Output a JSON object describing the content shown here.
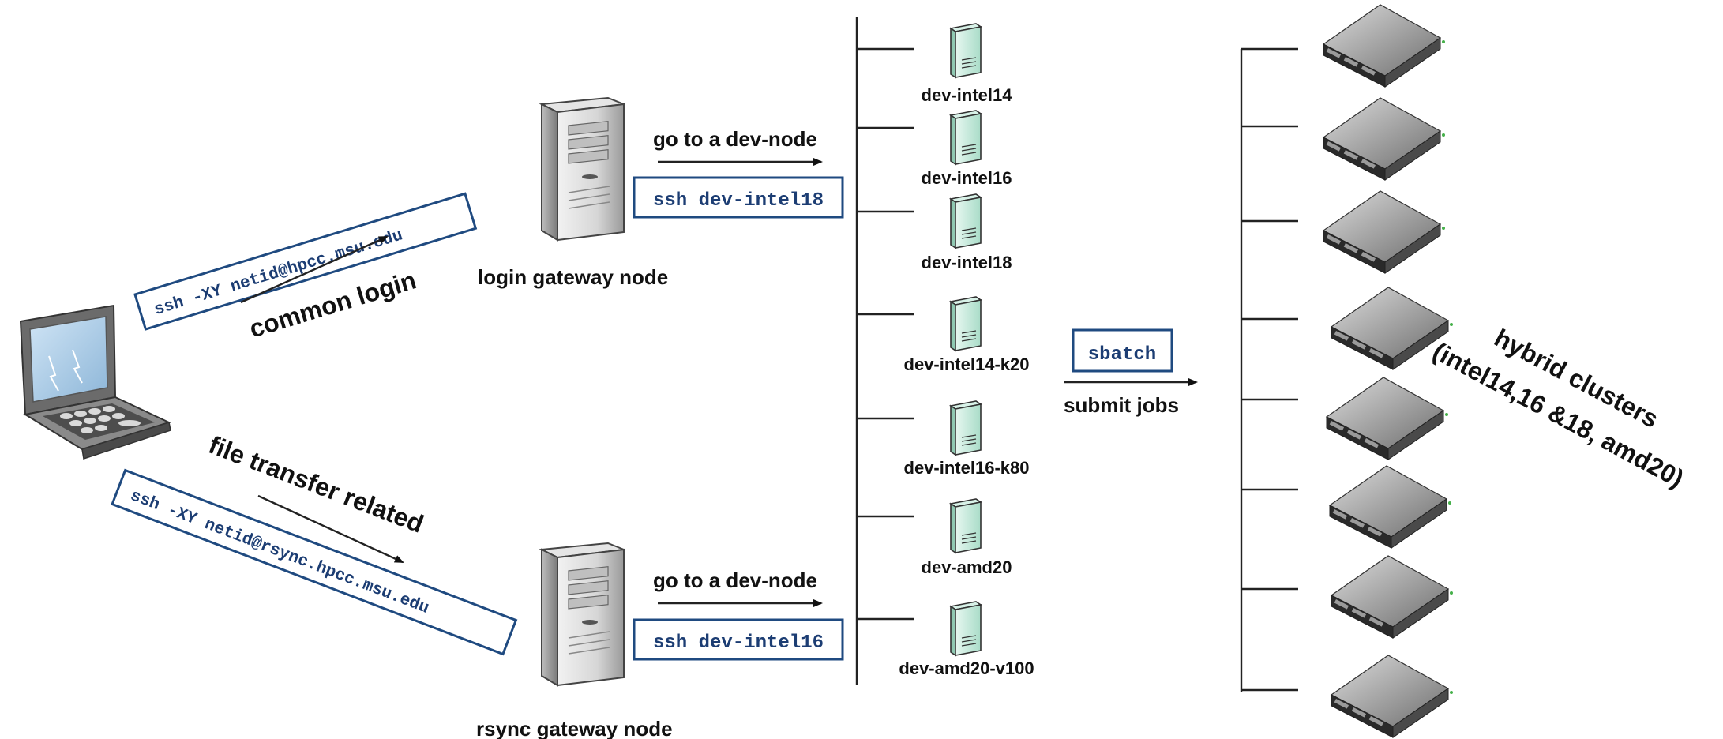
{
  "laptop": {
    "icon": "laptop-icon"
  },
  "login_command": "ssh -XY netid@hpcc.msu.edu",
  "login_arrow_label": "common login",
  "rsync_command": "ssh -XY netid@rsync.hpcc.msu.edu",
  "rsync_arrow_label": "file transfer related",
  "login_gateway": {
    "label": "login gateway node",
    "go_label": "go to a dev-node",
    "command": "ssh dev-intel18",
    "icon": "tower-server-icon"
  },
  "rsync_gateway": {
    "label": "rsync gateway node",
    "go_label": "go to a dev-node",
    "command": "ssh dev-intel16",
    "icon": "tower-server-icon"
  },
  "dev_nodes": [
    {
      "label": "dev-intel14"
    },
    {
      "label": "dev-intel16"
    },
    {
      "label": "dev-intel18"
    },
    {
      "label": "dev-intel14-k20"
    },
    {
      "label": "dev-intel16-k80"
    },
    {
      "label": "dev-amd20"
    },
    {
      "label": "dev-amd20-v100"
    }
  ],
  "submit": {
    "command": "sbatch",
    "label": "submit jobs"
  },
  "cluster": {
    "title_line1": "hybrid clusters",
    "title_line2": "(intel14,16 &18, amd20)",
    "node_count": 8,
    "icon": "rack-server-icon"
  },
  "colors": {
    "command_box_border": "#1f4a80",
    "command_text": "#1c3d73",
    "dev_node_fill": "#cdeee2",
    "rack_dark": "#2a2a2a"
  }
}
